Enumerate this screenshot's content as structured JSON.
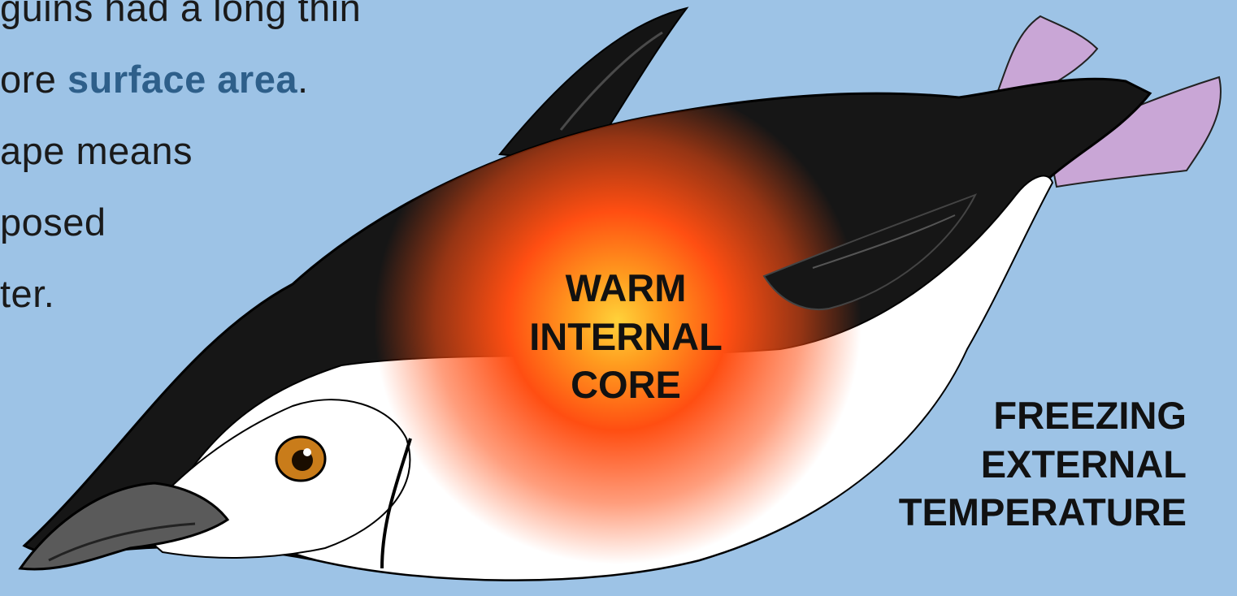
{
  "slide": {
    "text_lines": [
      {
        "text": "guins had a long thin"
      },
      {
        "before": "ore ",
        "highlight": "surface area",
        "after": "."
      },
      {
        "text": "ape means"
      },
      {
        "text": "posed"
      },
      {
        "text": "ter."
      }
    ],
    "core_label": [
      "WARM",
      "INTERNAL",
      "CORE"
    ],
    "external_label": [
      "FREEZING",
      "EXTERNAL",
      "TEMPERATURE"
    ]
  },
  "colors": {
    "background": "#9dc3e6",
    "highlight": "#2e5f8a",
    "penguin_black": "#161616",
    "penguin_white": "#ffffff",
    "feet": "#c9a6d6",
    "beak": "#555555",
    "eye": "#c97c1a",
    "core_center": "#ffd23a",
    "core_mid": "#ff4e12"
  },
  "icons": [
    "penguin-illustration",
    "warm-core-glow"
  ]
}
